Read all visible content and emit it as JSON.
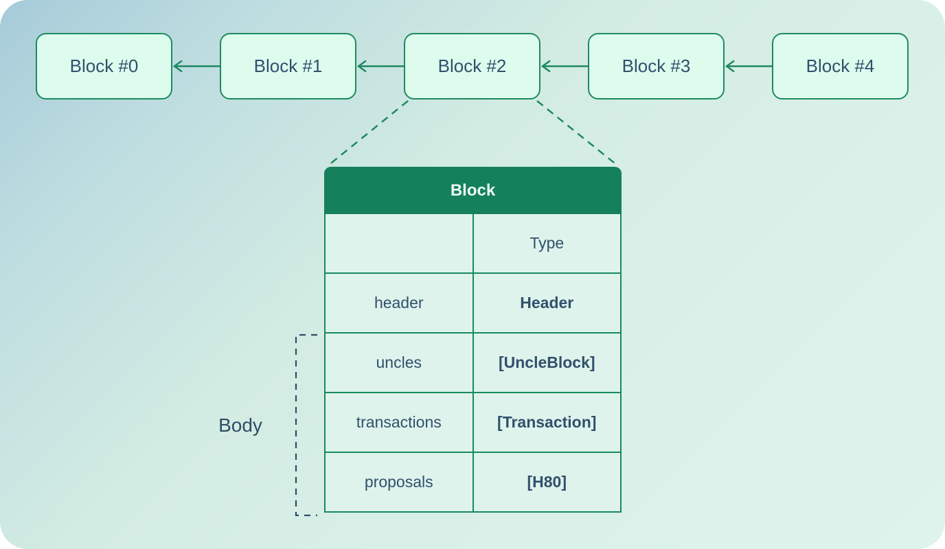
{
  "chain": {
    "blocks": [
      {
        "label": "Block #0"
      },
      {
        "label": "Block #1"
      },
      {
        "label": "Block #2"
      },
      {
        "label": "Block #3"
      },
      {
        "label": "Block #4"
      }
    ]
  },
  "detail_table": {
    "title": "Block",
    "type_column_header": "Type",
    "rows": [
      {
        "field": "header",
        "type": "Header"
      },
      {
        "field": "uncles",
        "type": "[UncleBlock]"
      },
      {
        "field": "transactions",
        "type": "[Transaction]"
      },
      {
        "field": "proposals",
        "type": "[H80]"
      }
    ]
  },
  "body_label": "Body",
  "colors": {
    "accent_green": "#15805c",
    "border_green": "#1d8a5f",
    "block_fill": "#ddfcee",
    "cell_fill": "#def3ec",
    "text_dark": "#31506b",
    "header_text": "#ecfbf4",
    "background_top_left": "#a6cbd9",
    "background_bottom_right": "#def3ec"
  }
}
